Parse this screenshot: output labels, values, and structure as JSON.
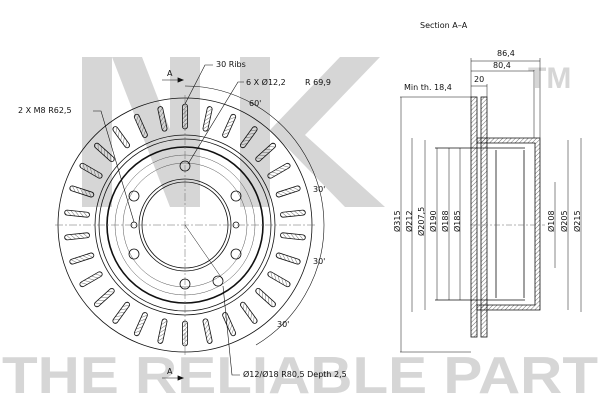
{
  "watermark": {
    "logo": "NK",
    "tm": "TM",
    "slogan": "THE RELIABLE PART",
    "color": "#d6d6d6"
  },
  "front_view": {
    "labels": {
      "ribs": "30  Ribs",
      "bolt_holes": "6  X  Ø12,2",
      "bolt_radius": "R  69,9",
      "threads": "2  X  M8    R62,5",
      "angle_top": "60'",
      "angle_right_1": "30'",
      "angle_right_2": "30'",
      "angle_bottom": "30'",
      "hub_recess": "Ø12/Ø18    R80,5  Depth  2,5",
      "section_marker_top": "A",
      "section_marker_bottom": "A"
    },
    "rib_count": 30
  },
  "section_view": {
    "title": "Section  A–A",
    "dims": {
      "overall_height": "86,4",
      "hat_height": "80,4",
      "thickness": "20",
      "min_thickness": "Min  th.  18,4",
      "left_diameters": [
        "Ø315",
        "Ø212",
        "Ø207,5",
        "Ø190",
        "Ø188",
        "Ø185"
      ],
      "right_diameters": [
        "Ø108",
        "Ø205",
        "Ø215"
      ]
    }
  }
}
